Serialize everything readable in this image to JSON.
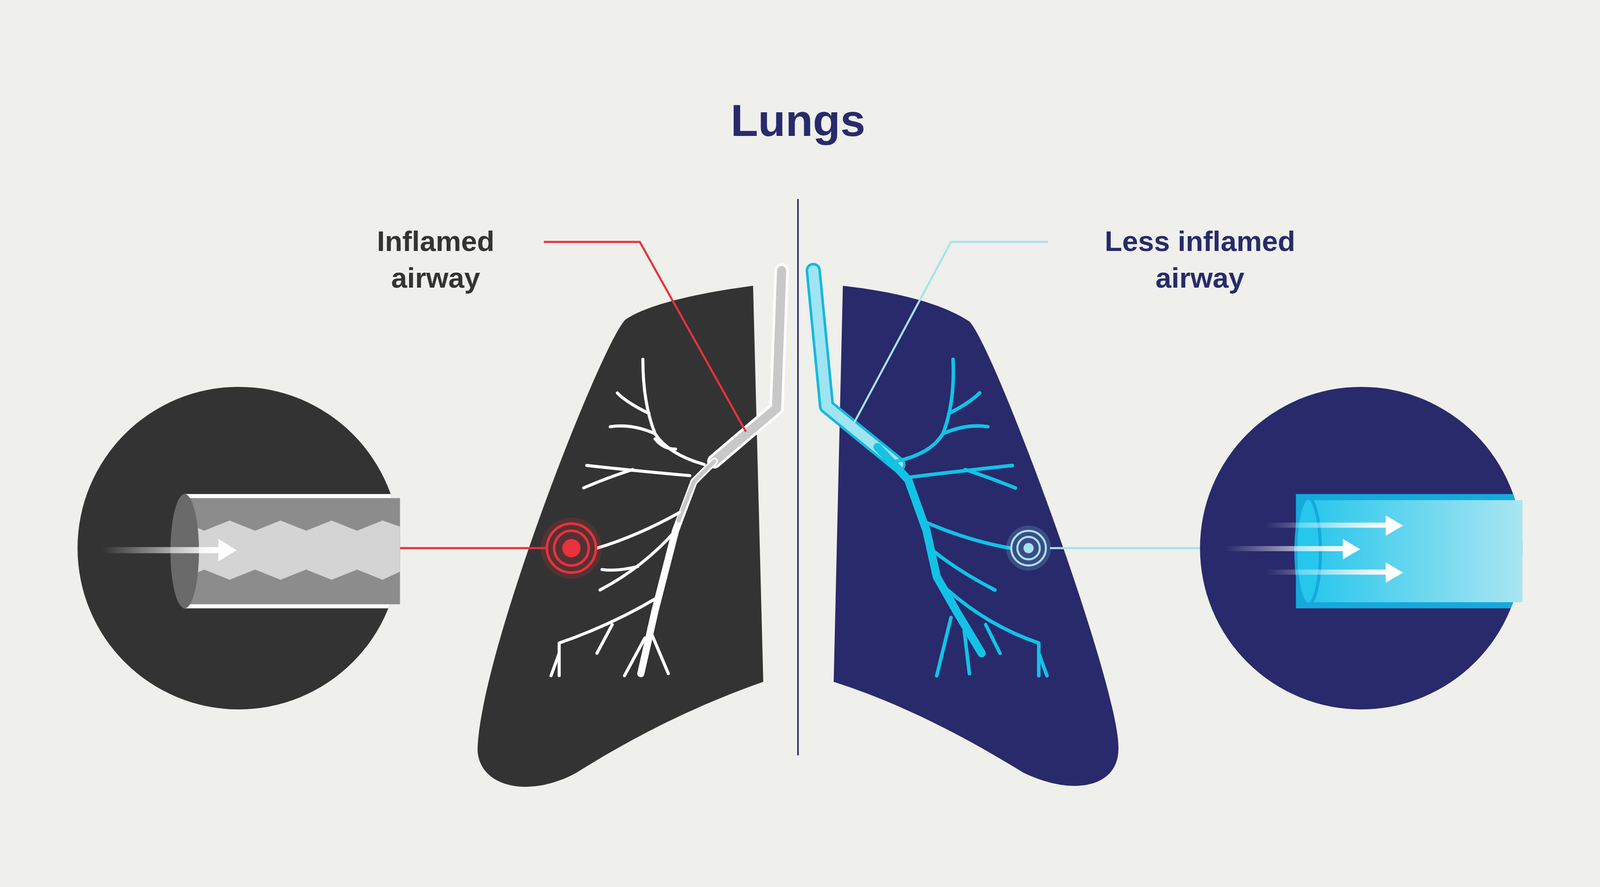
{
  "diagram": {
    "title": "Lungs",
    "labels": [
      "Inflamed airway",
      "Less inflamed airway"
    ]
  }
}
